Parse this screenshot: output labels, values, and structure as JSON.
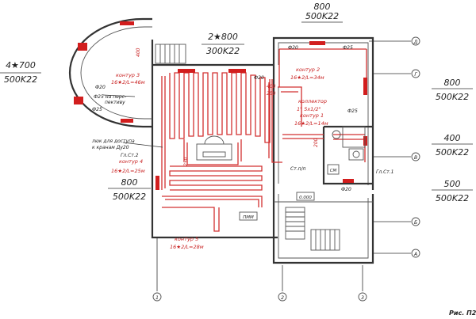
{
  "radiators": {
    "top_right": {
      "count_len": "800",
      "model": "500K22"
    },
    "top_center": {
      "count_len": "2★800",
      "model": "300K22"
    },
    "left_bay": {
      "count_len": "4★700",
      "model": "500K22"
    },
    "left_mid": {
      "count_len": "800",
      "model": "500K22"
    },
    "right_upper": {
      "count_len": "800",
      "model": "500K22"
    },
    "right_mid": {
      "count_len": "400",
      "model": "500K22"
    },
    "right_lower": {
      "count_len": "500",
      "model": "500K22"
    }
  },
  "contours": {
    "c1": {
      "name": "контур 1",
      "spec": "16★2/L=14м"
    },
    "c2": {
      "name": "контур 2",
      "spec": "16★2/L=34м"
    },
    "c3": {
      "name": "контур 3",
      "spec": "16★2/L=46м"
    },
    "c4": {
      "name": "контур 4",
      "spec": "16★2/L=25м"
    },
    "c5": {
      "name": "контур 5",
      "spec": "16★2/L=28м"
    }
  },
  "collector": {
    "title": "коллектор",
    "spec": "1\" 5x1/2\""
  },
  "pipes": {
    "d20": "Ф20",
    "d25": "Ф25",
    "riser_note": "Ф25 на перс-\nпективу"
  },
  "hatch_note": "люк для доступа\nк кранам Ду20",
  "risers": {
    "gs2": "Гл.Ст.2",
    "gs1": "Гл.Ст.1",
    "stpp": "Ст.п/п"
  },
  "dims": {
    "d400": "400",
    "d250a": "250",
    "d250b": "250",
    "d200": "200",
    "d400b": "400",
    "d0000": "0.000"
  },
  "equipment": {
    "ppm": "ПММ",
    "cm": "СМ"
  },
  "axes": {
    "top": "Д",
    "g": "Г",
    "v": "В",
    "b": "Б",
    "a": "А",
    "n1": "1",
    "n2": "2",
    "n3": "3"
  },
  "figure_label": "Рис. П2",
  "colors": {
    "pipe": "#d23030",
    "radiator": "#d21e1e",
    "line": "#333333"
  }
}
